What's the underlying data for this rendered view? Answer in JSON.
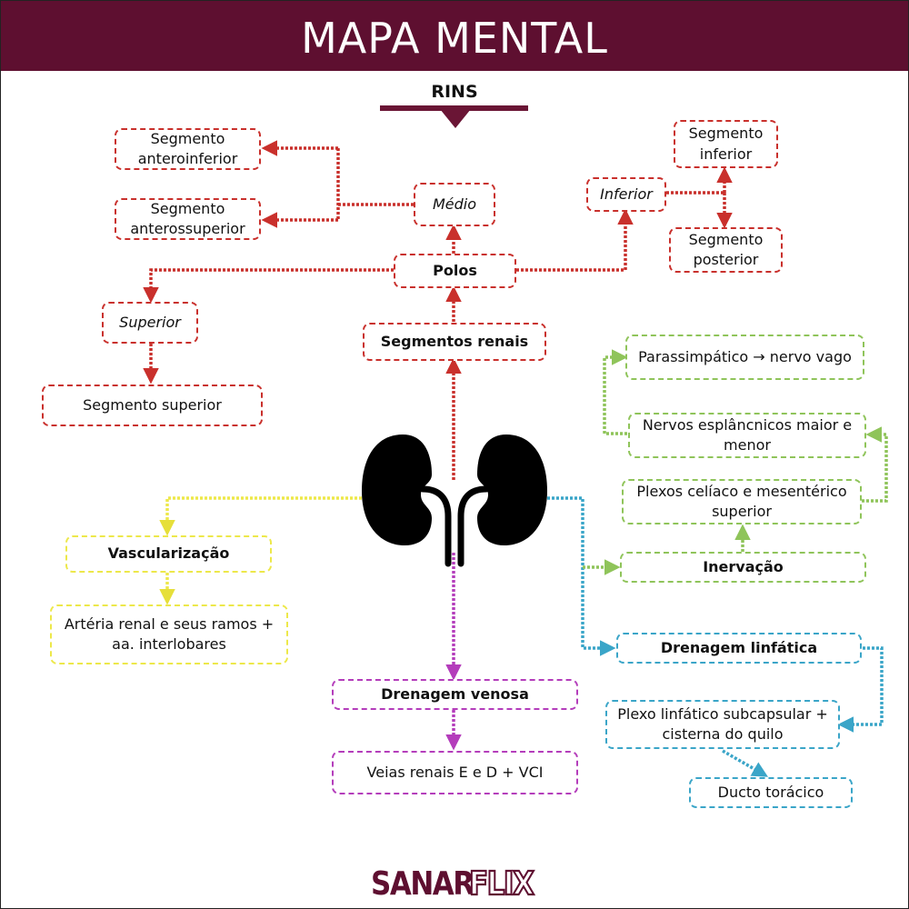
{
  "header": {
    "title": "MAPA MENTAL"
  },
  "root": {
    "label": "RINS"
  },
  "colors": {
    "header_bg": "#5e0f30",
    "segmentos": "#c9302c",
    "vascularizacao": "#ede84a",
    "drenagem_venosa": "#b43dbb",
    "inervacao": "#8fc45a",
    "drenagem_linfatica": "#3aa5c8"
  },
  "center_icon": "kidneys-icon",
  "branches": {
    "segmentos": {
      "label": "Segmentos renais",
      "polos": "Polos",
      "medio": "Médio",
      "medio_children": [
        "Segmento anteroinferior",
        "Segmento anterossuperior"
      ],
      "superior": "Superior",
      "superior_children": [
        "Segmento superior"
      ],
      "inferior": "Inferior",
      "inferior_children": [
        "Segmento inferior",
        "Segmento posterior"
      ]
    },
    "vascularizacao": {
      "label": "Vascularização",
      "children": [
        "Artéria renal e seus ramos + aa. interlobares"
      ]
    },
    "drenagem_venosa": {
      "label": "Drenagem venosa",
      "children": [
        "Veias renais E e D + VCI"
      ]
    },
    "inervacao": {
      "label": "Inervação",
      "children": [
        "Plexos celíaco e mesentérico superior",
        "Nervos esplâncnicos maior e menor",
        "Parassimpático → nervo vago"
      ]
    },
    "drenagem_linfatica": {
      "label": "Drenagem linfática",
      "children": [
        "Plexo linfático subcapsular + cisterna do quilo",
        "Ducto torácico"
      ]
    }
  },
  "footer": {
    "logo_left": "SANAR",
    "logo_right": "FLIX"
  }
}
